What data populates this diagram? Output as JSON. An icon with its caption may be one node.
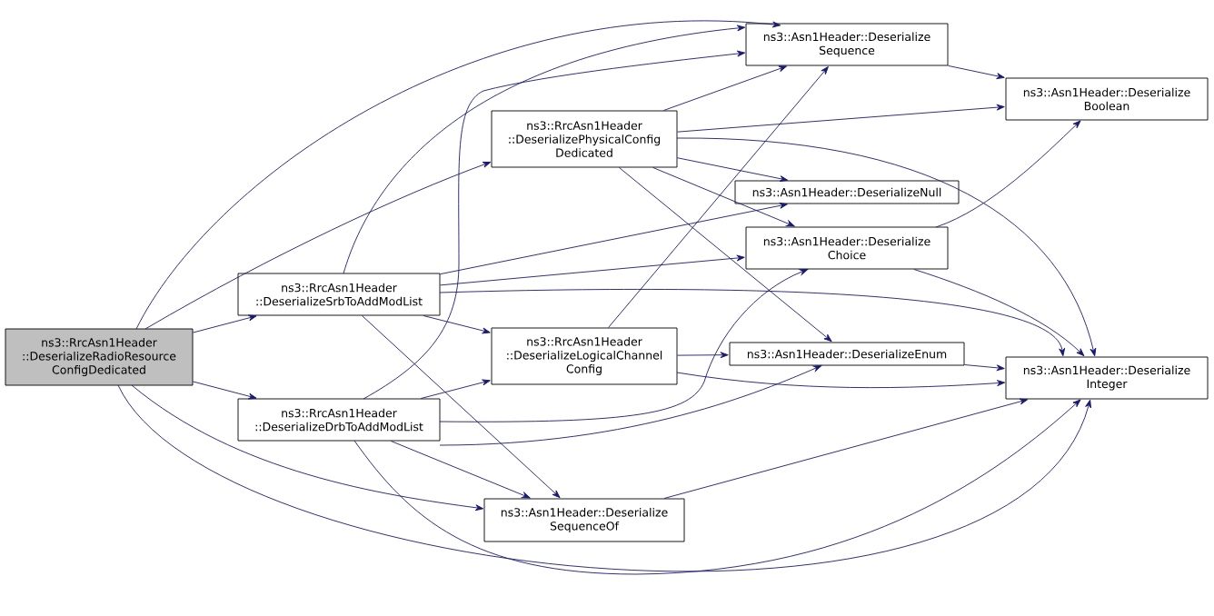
{
  "diagram": {
    "nodes": [
      {
        "text": [
          "ns3::RrcAsn1Header ::DeserializeRadioResource ConfigDedicated"
        ]
      },
      {
        "text": [
          "ns3::RrcAsn1Header ::DeserializeSrbToAddModList"
        ]
      },
      {
        "text": [
          "ns3::RrcAsn1Header ::DeserializeDrbToAddModList"
        ]
      },
      {
        "text": [
          "ns3::RrcAsn1Header ::DeserializePhysicalConfig Dedicated"
        ]
      },
      {
        "text": [
          "ns3::RrcAsn1Header ::DeserializeLogicalChannel Config"
        ]
      },
      {
        "text": [
          "ns3::Asn1Header::Deserialize SequenceOf"
        ]
      },
      {
        "text": [
          "ns3::Asn1Header::Deserialize Sequence"
        ]
      },
      {
        "text": [
          "ns3::Asn1Header::DeserializeNull"
        ]
      },
      {
        "text": [
          "ns3::Asn1Header::Deserialize Choice"
        ]
      },
      {
        "text": [
          "ns3::Asn1Header::DeserializeEnum"
        ]
      },
      {
        "text": [
          "ns3::Asn1Header::Deserialize Boolean"
        ]
      },
      {
        "text": [
          "ns3::Asn1Header::Deserialize Integer"
        ]
      }
    ],
    "edges": [
      {
        "from": 0,
        "to": 6,
        "arrow": "to"
      },
      {
        "from": 0,
        "to": 3,
        "arrow": "to"
      },
      {
        "from": 0,
        "to": 1,
        "arrow": "to"
      },
      {
        "from": 0,
        "to": 2,
        "arrow": "to"
      },
      {
        "from": 0,
        "to": 5,
        "arrow": "to"
      },
      {
        "from": 0,
        "to": 11,
        "arrow": "to"
      },
      {
        "from": 1,
        "to": 6,
        "arrow": "to"
      },
      {
        "from": 1,
        "to": 7,
        "arrow": "to"
      },
      {
        "from": 1,
        "to": 8,
        "arrow": "to"
      },
      {
        "from": 1,
        "to": 11,
        "arrow": "to"
      },
      {
        "from": 1,
        "to": 4,
        "arrow": "to"
      },
      {
        "from": 1,
        "to": 5,
        "arrow": "to"
      },
      {
        "from": 2,
        "to": 6,
        "arrow": "to"
      },
      {
        "from": 2,
        "to": 4,
        "arrow": "to"
      },
      {
        "from": 2,
        "to": 8,
        "arrow": "to"
      },
      {
        "from": 2,
        "to": 9,
        "arrow": "to"
      },
      {
        "from": 2,
        "to": 5,
        "arrow": "to"
      },
      {
        "from": 2,
        "to": 11,
        "arrow": "to"
      },
      {
        "from": 3,
        "to": 6,
        "arrow": "to"
      },
      {
        "from": 3,
        "to": 10,
        "arrow": "to"
      },
      {
        "from": 3,
        "to": 11,
        "arrow": "to"
      },
      {
        "from": 3,
        "to": 7,
        "arrow": "to"
      },
      {
        "from": 3,
        "to": 8,
        "arrow": "to"
      },
      {
        "from": 3,
        "to": 9,
        "arrow": "to"
      },
      {
        "from": 4,
        "to": 6,
        "arrow": "to"
      },
      {
        "from": 4,
        "to": 9,
        "arrow": "to"
      },
      {
        "from": 4,
        "to": 11,
        "arrow": "to"
      },
      {
        "from": 5,
        "to": 11,
        "arrow": "to"
      },
      {
        "from": 6,
        "to": 10,
        "arrow": "to"
      },
      {
        "from": 8,
        "to": 10,
        "arrow": "to"
      },
      {
        "from": 8,
        "to": 11,
        "arrow": "to"
      },
      {
        "from": 9,
        "to": 11,
        "arrow": "to"
      }
    ]
  }
}
